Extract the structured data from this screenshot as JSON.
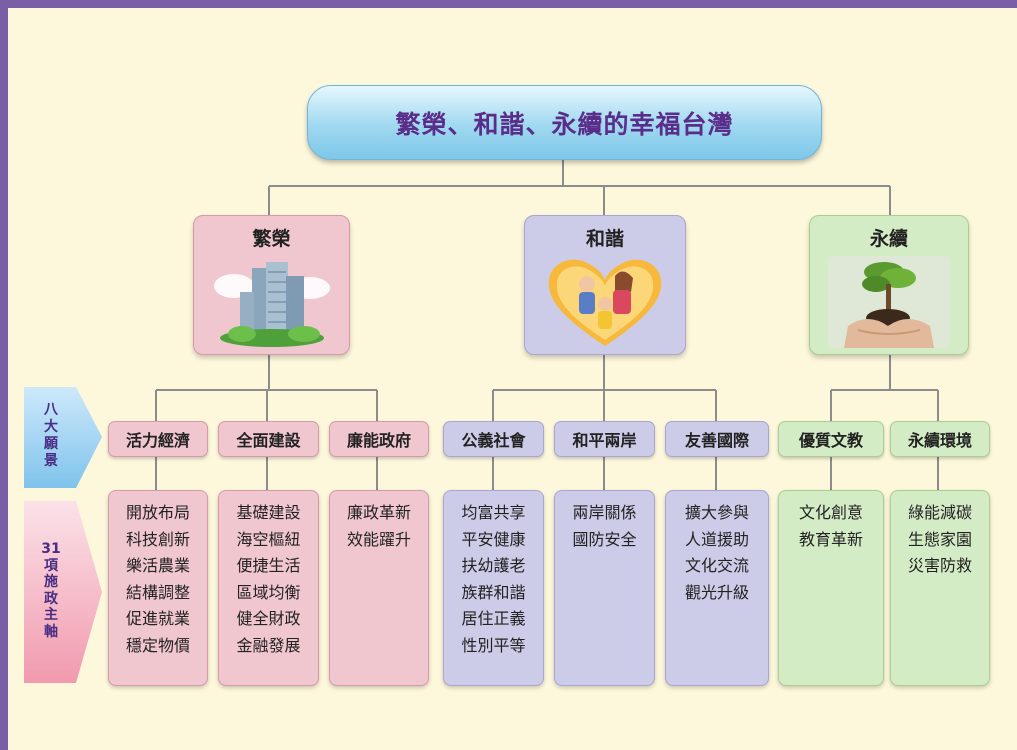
{
  "root_title": "繁榮、和諧、永續的幸福台灣",
  "visions": [
    {
      "title": "繁榮",
      "image": "city-buildings-illustration"
    },
    {
      "title": "和諧",
      "image": "family-in-heart-illustration"
    },
    {
      "title": "永續",
      "image": "hands-holding-tree-photo"
    }
  ],
  "side_labels": {
    "eight_visions": [
      "八",
      "大",
      "願",
      "景"
    ],
    "thirty_one_axes": [
      "31",
      "項",
      "施",
      "政",
      "主",
      "軸"
    ]
  },
  "categories": [
    {
      "name": "活力經濟",
      "items": [
        "開放布局",
        "科技創新",
        "樂活農業",
        "結構調整",
        "促進就業",
        "穩定物價"
      ]
    },
    {
      "name": "全面建設",
      "items": [
        "基礎建設",
        "海空樞紐",
        "便捷生活",
        "區域均衡",
        "健全財政",
        "金融發展"
      ]
    },
    {
      "name": "廉能政府",
      "items": [
        "廉政革新",
        "效能躍升"
      ]
    },
    {
      "name": "公義社會",
      "items": [
        "均富共享",
        "平安健康",
        "扶幼護老",
        "族群和諧",
        "居住正義",
        "性別平等"
      ]
    },
    {
      "name": "和平兩岸",
      "items": [
        "兩岸關係",
        "國防安全"
      ]
    },
    {
      "name": "友善國際",
      "items": [
        "擴大參與",
        "人道援助",
        "文化交流",
        "觀光升級"
      ]
    },
    {
      "name": "優質文教",
      "items": [
        "文化創意",
        "教育革新"
      ]
    },
    {
      "name": "永續環境",
      "items": [
        "綠能減碳",
        "生態家園",
        "災害防救"
      ]
    }
  ],
  "colors": {
    "border": "#7a5ea6",
    "background": "#fdf7dc",
    "prosperity": "#f0c6cf",
    "harmony": "#cccbe8",
    "sustainability": "#d4ecc6",
    "title_text": "#5a2d8a"
  }
}
